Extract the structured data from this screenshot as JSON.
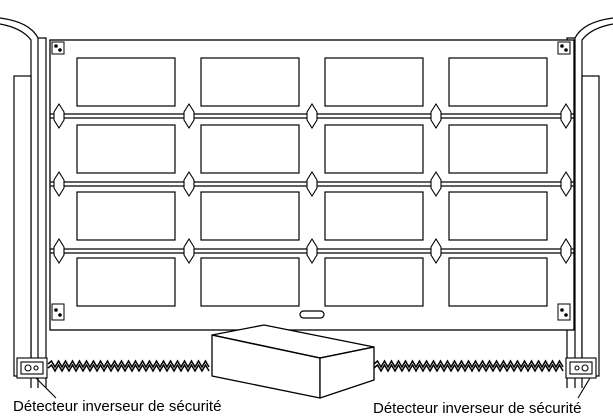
{
  "captions": {
    "left_sensor": "Détecteur inverseur de sécurité",
    "right_sensor": "Détecteur inverseur de sécurité"
  },
  "door": {
    "rows": 4,
    "columns": 4
  },
  "colors": {
    "line": "#000000",
    "background": "#ffffff"
  }
}
